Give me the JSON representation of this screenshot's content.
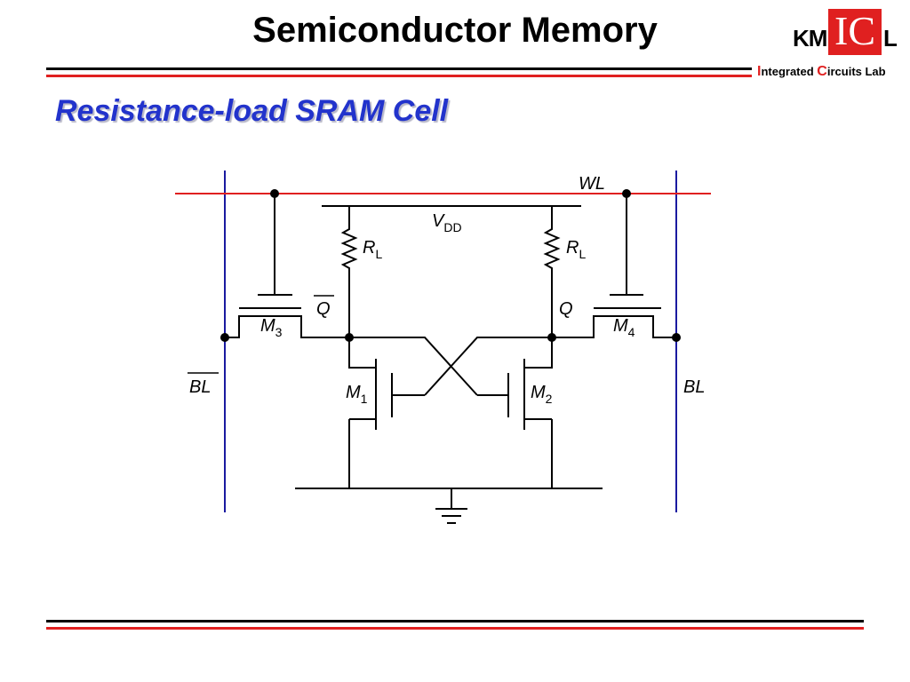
{
  "header": {
    "title": "Semiconductor Memory"
  },
  "logo": {
    "km": "KM",
    "ic": "IC",
    "l": "L",
    "sub_i": "I",
    "sub_ntegrated": "ntegrated ",
    "sub_c": "C",
    "sub_ircuits": "ircuits Lab"
  },
  "slide": {
    "subtitle": "Resistance-load SRAM Cell"
  },
  "diagram": {
    "wordline": "WL",
    "vdd": "V",
    "vdd_sub": "DD",
    "rl_left": "R",
    "rl_left_sub": "L",
    "rl_right": "R",
    "rl_right_sub": "L",
    "q_bar": "Q",
    "q": "Q",
    "m3": "M",
    "m3_sub": "3",
    "m4": "M",
    "m4_sub": "4",
    "m1": "M",
    "m1_sub": "1",
    "m2": "M",
    "m2_sub": "2",
    "bl_bar": "BL",
    "bl": "BL"
  },
  "colors": {
    "accent_blue": "#2233cc",
    "bitline_blue": "#1a1aa0",
    "wordline_red": "#e02020",
    "logo_red": "#e02020"
  }
}
